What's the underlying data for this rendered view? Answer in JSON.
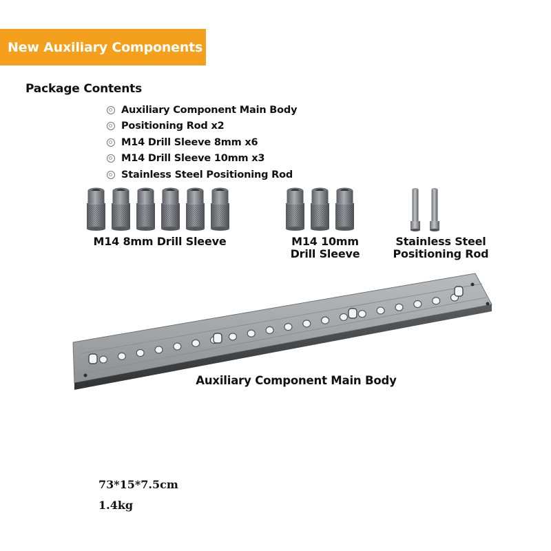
{
  "banner": {
    "title": "New Auxiliary Components",
    "color": "#f5a01c"
  },
  "package": {
    "title": "Package Contents",
    "items": [
      "Auxiliary Component Main Body",
      "Positioning Rod x2",
      "M14 Drill Sleeve 8mm x6",
      "M14 Drill Sleeve 10mm x3",
      "Stainless Steel Positioning Rod"
    ]
  },
  "captions": {
    "sleeve_8mm": "M14 8mm Drill Sleeve",
    "sleeve_10mm_line1": "M14 10mm",
    "sleeve_10mm_line2": "Drill Sleeve",
    "rod_line1": "Stainless Steel",
    "rod_line2": "Positioning Rod",
    "main_body": "Auxiliary Component Main Body"
  },
  "product_images": {
    "sleeve_8mm_count": 6,
    "sleeve_10mm_count": 3,
    "rod_count": 2,
    "metal_color": "#8a8d90"
  },
  "specs": {
    "dimensions": "73*15*7.5cm",
    "weight": "1.4kg"
  }
}
